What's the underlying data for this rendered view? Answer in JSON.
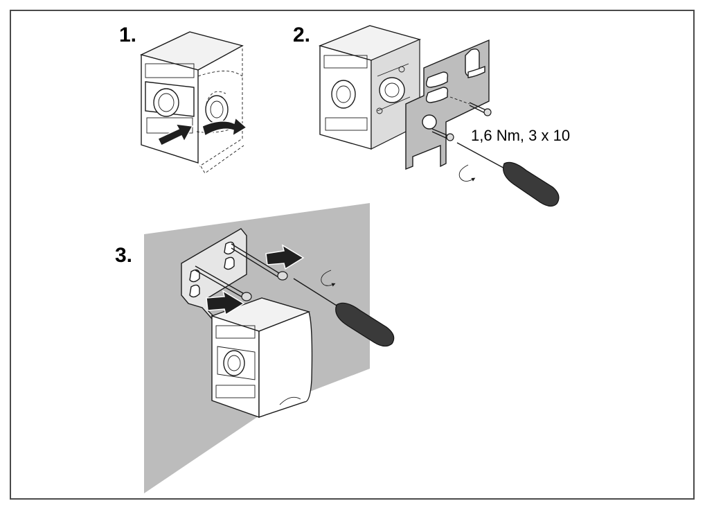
{
  "steps": [
    {
      "number": "1."
    },
    {
      "number": "2."
    },
    {
      "number": "3."
    }
  ],
  "annotations": {
    "torque_spec": "1,6 Nm, 3 x 10"
  },
  "colors": {
    "wall": "#bcbcbc",
    "arrow": "#1f1f1f",
    "frame": "#4a4a4a"
  }
}
